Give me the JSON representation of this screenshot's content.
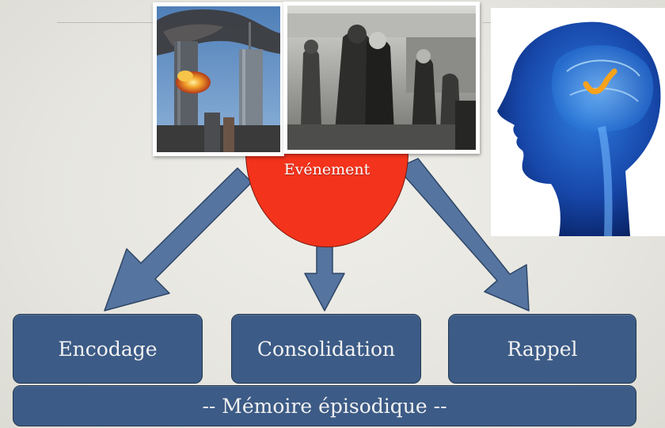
{
  "diagram": {
    "event_label": "Evénement",
    "stages": [
      {
        "label": "Encodage"
      },
      {
        "label": "Consolidation"
      },
      {
        "label": "Rappel"
      }
    ],
    "footer_label": "-- Mémoire épisodique --",
    "colors": {
      "event_fill": "#f4331c",
      "box_fill": "#3c5b86",
      "arrow_fill": "#55749f",
      "background": "#e9e8e2"
    }
  },
  "images": [
    {
      "name": "twin-towers-photo"
    },
    {
      "name": "paris-kiss-photo"
    },
    {
      "name": "brain-head-illustration"
    }
  ]
}
